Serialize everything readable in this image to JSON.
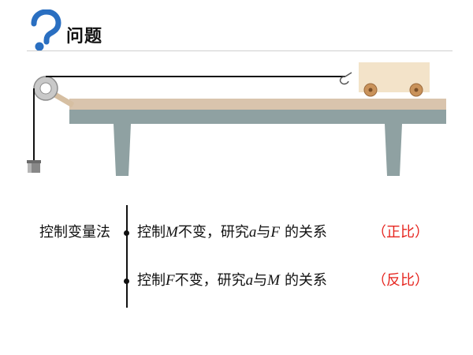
{
  "header": {
    "title": "问题",
    "icon": "question-mark-icon",
    "accent": "#2a6fc1"
  },
  "apparatus": {
    "table_top_color": "#d9c4ad",
    "table_base_color": "#8fa1a2",
    "cart_color": "#f3e3c9",
    "wheel_color": "#c9925a"
  },
  "method": {
    "label": "控制变量法",
    "rows": [
      {
        "prefix": "控制",
        "const_var": "M",
        "middle": "不变，研究",
        "var_a": "a",
        "connector": "与",
        "var_b": "F",
        "suffix": "的关系",
        "result": "（正比）"
      },
      {
        "prefix": "控制",
        "const_var": "F",
        "middle": "不变，研究",
        "var_a": "a",
        "connector": "与",
        "var_b": "M",
        "suffix": "的关系",
        "result": "（反比）"
      }
    ],
    "result_color": "#e6251f"
  }
}
